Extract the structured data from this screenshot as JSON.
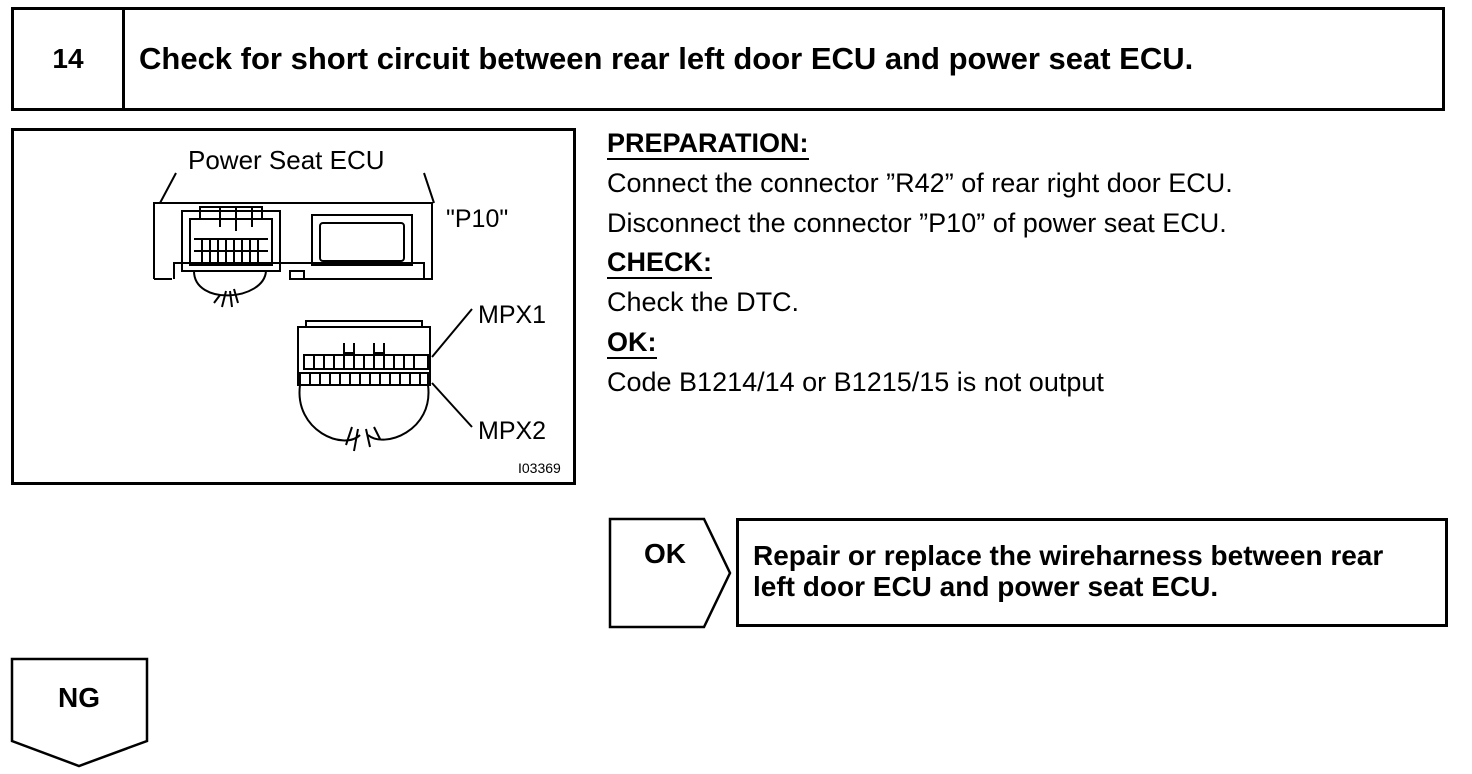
{
  "step": {
    "number": "14",
    "title": "Check for short circuit between rear left door ECU and power seat ECU."
  },
  "figure": {
    "ecu_label": "Power Seat ECU",
    "connector_label": "\"P10\"",
    "mpx1_label": "MPX1",
    "mpx2_label": "MPX2",
    "figure_id": "I03369"
  },
  "instructions": {
    "preparation_heading": "PREPARATION:",
    "preparation_lines": [
      "Connect the connector ”R42” of rear right door ECU.",
      "Disconnect the connector ”P10” of power seat ECU."
    ],
    "check_heading": "CHECK:",
    "check_lines": [
      "Check the DTC."
    ],
    "ok_heading": "OK:",
    "ok_lines": [
      "Code B1214/14 or B1215/15 is not output"
    ]
  },
  "ok_branch": {
    "label": "OK",
    "result_line1": "Repair or replace the wireharness between rear",
    "result_line2": "left door ECU and power seat ECU."
  },
  "ng_branch": {
    "label": "NG"
  }
}
